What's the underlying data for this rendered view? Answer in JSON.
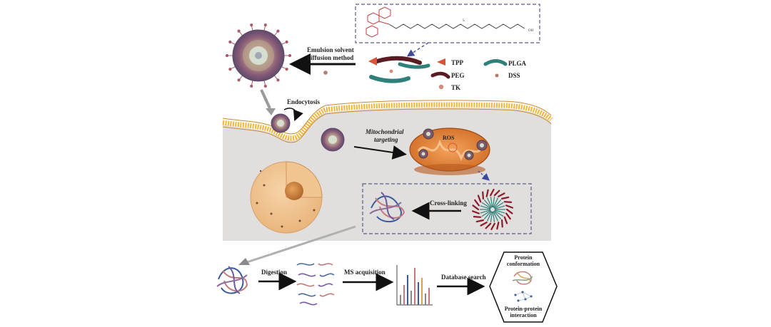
{
  "legend": {
    "items": [
      {
        "label": "TPP",
        "color": "#d9533a",
        "icon": "triangle-icon"
      },
      {
        "label": "PEG",
        "color": "#5b1b22",
        "icon": "curved-bar-icon"
      },
      {
        "label": "TK",
        "color": "#d98a7a",
        "icon": "dot-icon"
      },
      {
        "label": "PLGA",
        "color": "#2f7f7a",
        "icon": "curved-bar-icon"
      },
      {
        "label": "DSS",
        "color": "#b77a6a",
        "icon": "dot-icon"
      }
    ]
  },
  "labels": {
    "emulsion": [
      "Emulsion solvent",
      "diffusion method"
    ],
    "endocytosis": "Endocytosis",
    "mito": [
      "Mitochondrial",
      "targeting"
    ],
    "ros": "ROS",
    "crosslinking": "Cross-linking",
    "digestion": "Digestion",
    "ms": "MS acquisition",
    "database": "Database search",
    "conformation": [
      "Protein",
      "conformation"
    ],
    "interaction": [
      "Protein-protein",
      "interaction"
    ]
  },
  "colors": {
    "membrane": "#f2b63a",
    "cytoplasm": "#e1dfdd",
    "mitochondrion": "#e8863a",
    "nanoparticle": "#7a5a6a",
    "dashed_box": "#5a5a8a"
  }
}
